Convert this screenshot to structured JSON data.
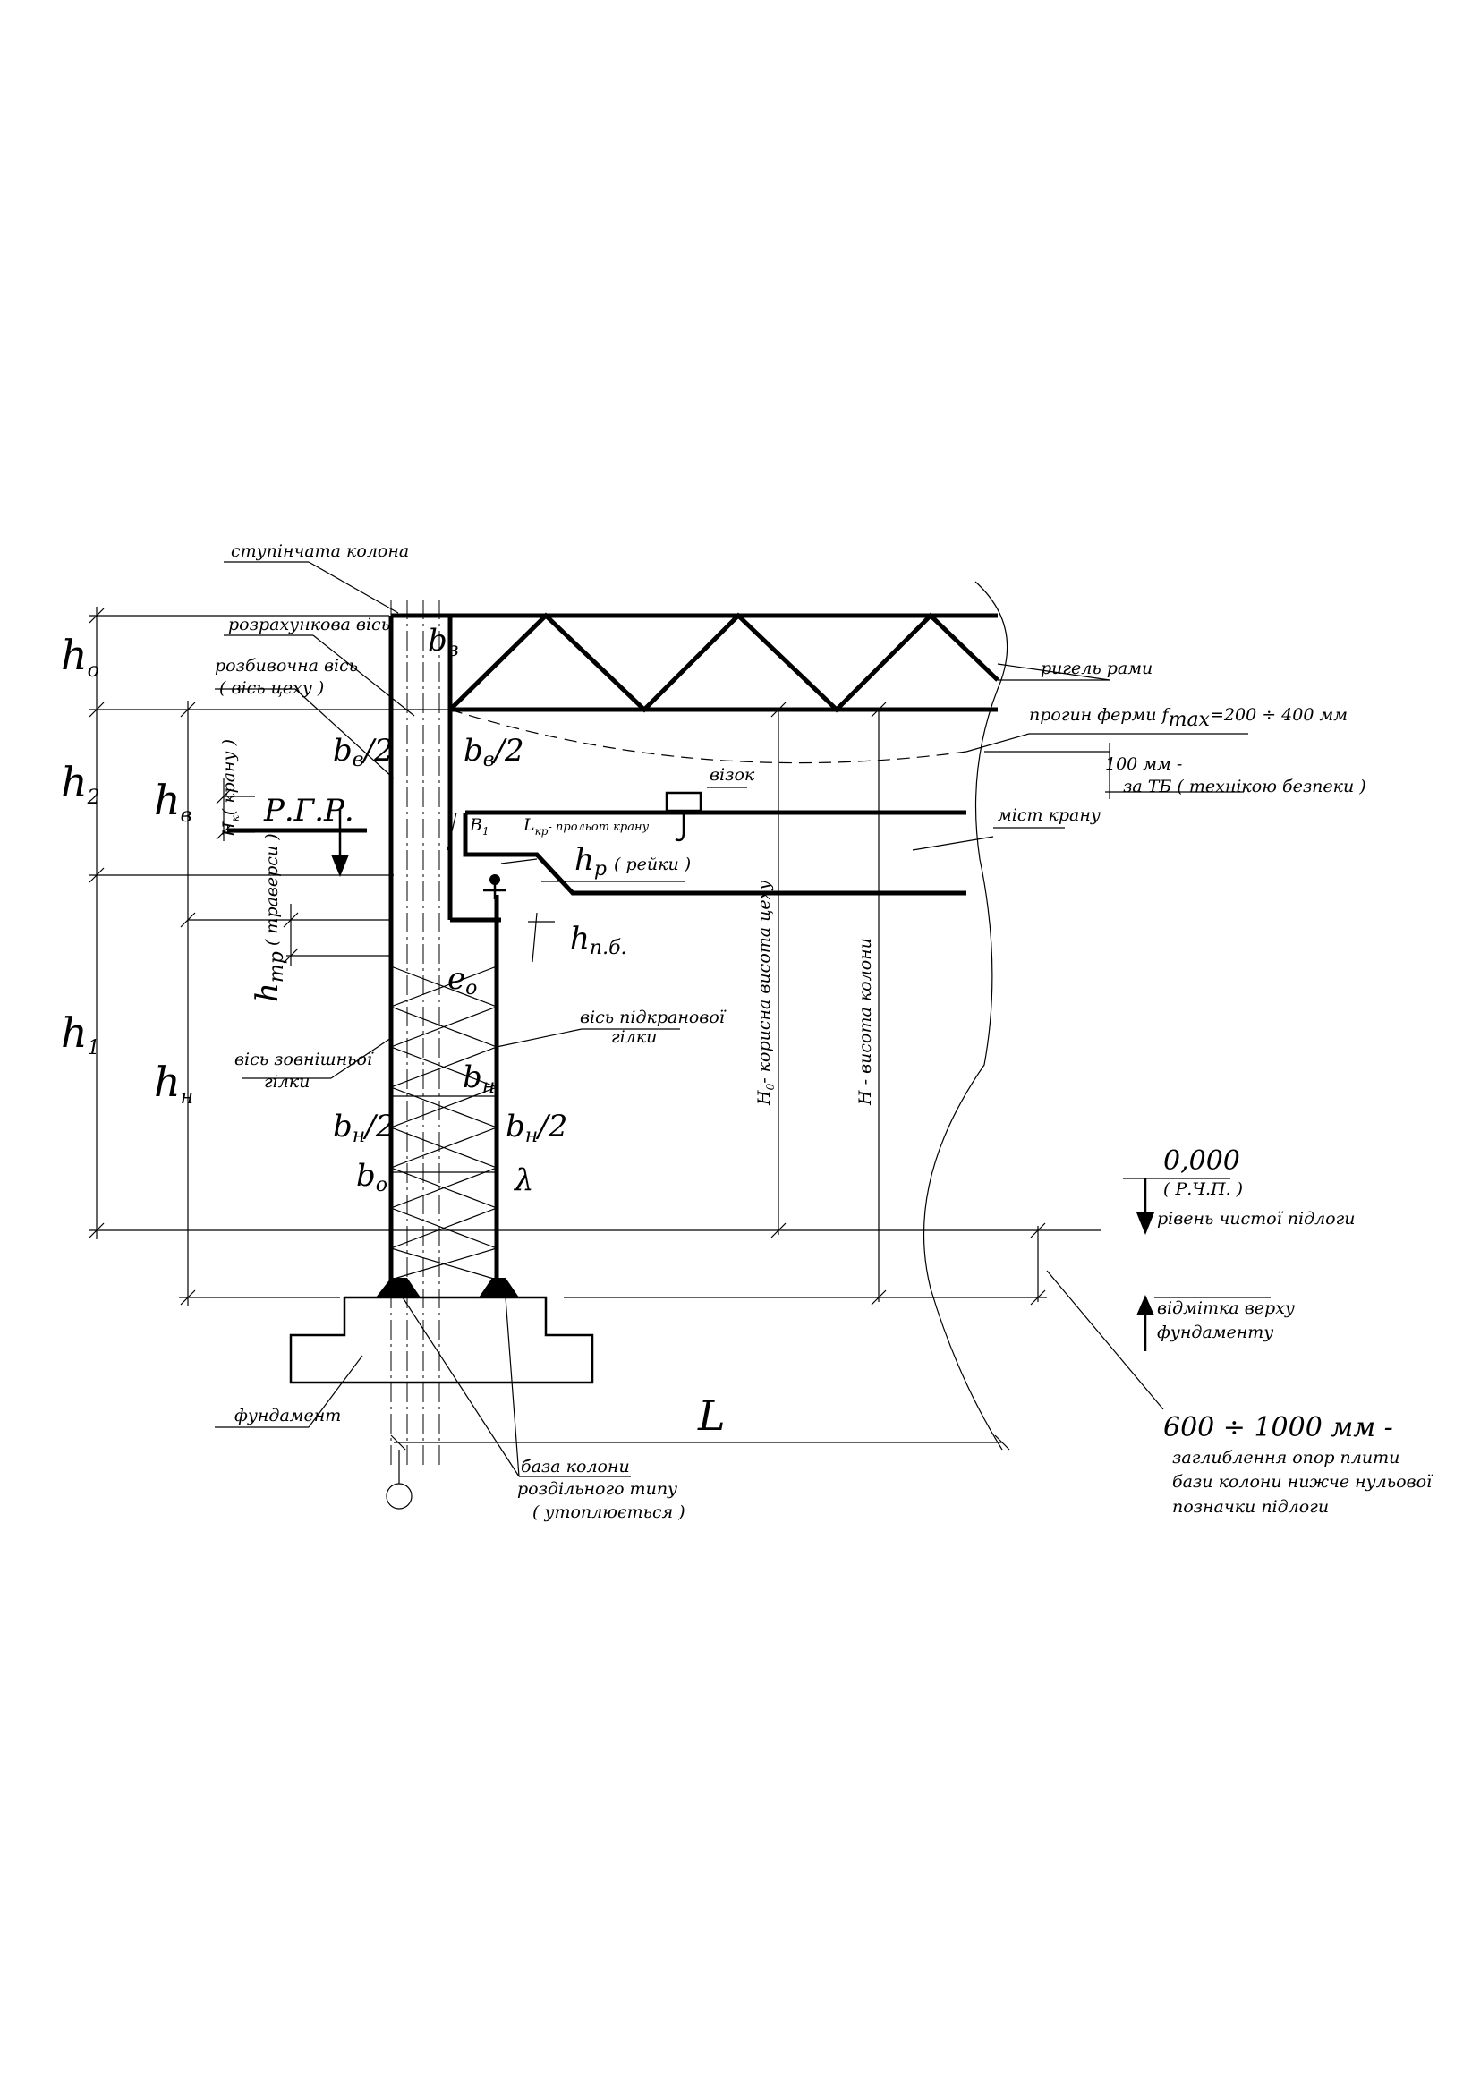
{
  "labels": {
    "stepped_column": "ступінчата колона",
    "design_axis": "розрахункова вісь",
    "layout_axis_1": "розбивочна вісь",
    "layout_axis_2": "( вісь цеху )",
    "frame_girder": "ригель рами",
    "truss_deflection_text": "прогин ферми",
    "truss_deflection_sub": "max",
    "truss_deflection_value": "=200 ÷ 400 мм",
    "safety_100": "100 мм -",
    "safety_tb": "за ТБ ( технікою безпеки )",
    "trolley": "візок",
    "crane_bridge": "міст крану",
    "h_crane_label": "( крану )",
    "rgr": "Р.Г.Р.",
    "crane_span_sub": "кр",
    "crane_span_text": "- прольот крану",
    "rail_label": "( рейки )",
    "rail_beam_sub": "п.б.",
    "traverse_label": "( траверси )",
    "undercrane_axis_1": "вісь підкранової",
    "undercrane_axis_2": "гілки",
    "outer_axis_1": "вісь зовнішньої",
    "outer_axis_2": "гілки",
    "useful_height": "- корисна висота цеху",
    "column_height": "Н - висота колони",
    "zero_mark": "0,000",
    "zero_rchp": "( Р.Ч.П. )",
    "clean_floor": "рівень чистої підлоги",
    "foundation_top_1": "відмітка верху",
    "foundation_top_2": "фундаменту",
    "foundation": "фундамент",
    "base_1": "база колони",
    "base_2": "роздільного типу",
    "base_3": "( утоплюється )",
    "depth_range": "600 ÷ 1000 мм -",
    "depth_1": "заглиблення опор плити",
    "depth_2": "бази колони нижче нульової",
    "depth_3": "позначки підлоги",
    "span_L": "L"
  },
  "dims": {
    "h0": "h",
    "h0_sub": "о",
    "h2": "h",
    "h2_sub": "2",
    "h1": "h",
    "h1_sub": "1",
    "hv": "h",
    "hv_sub": "в",
    "hn": "h",
    "hn_sub": "н",
    "bv": "b",
    "bv_sub": "в",
    "bv2_left": "b",
    "bv2_left_sub": "в",
    "bv2_left_tail": "/2",
    "bv2_right": "b",
    "bv2_right_sub": "в",
    "bv2_right_tail": "/2",
    "B1": "B",
    "B1_sub": "1",
    "L_kr": "L",
    "hp": "h",
    "hp_sub": "р",
    "hpb": "h",
    "htr": "h",
    "htr_sub": "тр",
    "hk": "H",
    "hk_sub": "к",
    "e0": "e",
    "e0_sub": "о",
    "bn": "b",
    "bn_sub": "н",
    "bn2_left": "b",
    "bn2_left_sub": "н",
    "bn2_left_tail": "/2",
    "bn2_right": "b",
    "bn2_right_sub": "н",
    "bn2_right_tail": "/2",
    "b0": "b",
    "b0_sub": "о",
    "lambda": "λ",
    "H0": "Н",
    "H0_sub": "0"
  }
}
